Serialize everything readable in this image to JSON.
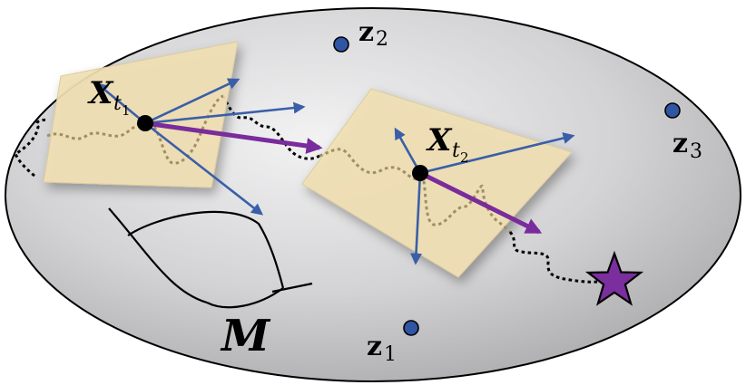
{
  "labels": {
    "x": "X",
    "t": "t",
    "sub1": "1",
    "sub2": "2",
    "z": "z",
    "z_sub1": "1",
    "z_sub2": "2",
    "z_sub3": "3",
    "manifold": "M"
  },
  "colors": {
    "manifold_light": "#eeeeef",
    "manifold_dark": "#a9a9ab",
    "tangent_plane": "#f1dfb4",
    "tangent_plane_edge": "#dccc9c",
    "blue_arrow": "#3a5fa8",
    "purple_arrow": "#7a2b9c",
    "latent_point": "#2f55a4",
    "star": "#7b2e9e",
    "path_on_plane": "#a08f63",
    "path": "#000000"
  },
  "icons": {
    "target": "star-icon"
  }
}
